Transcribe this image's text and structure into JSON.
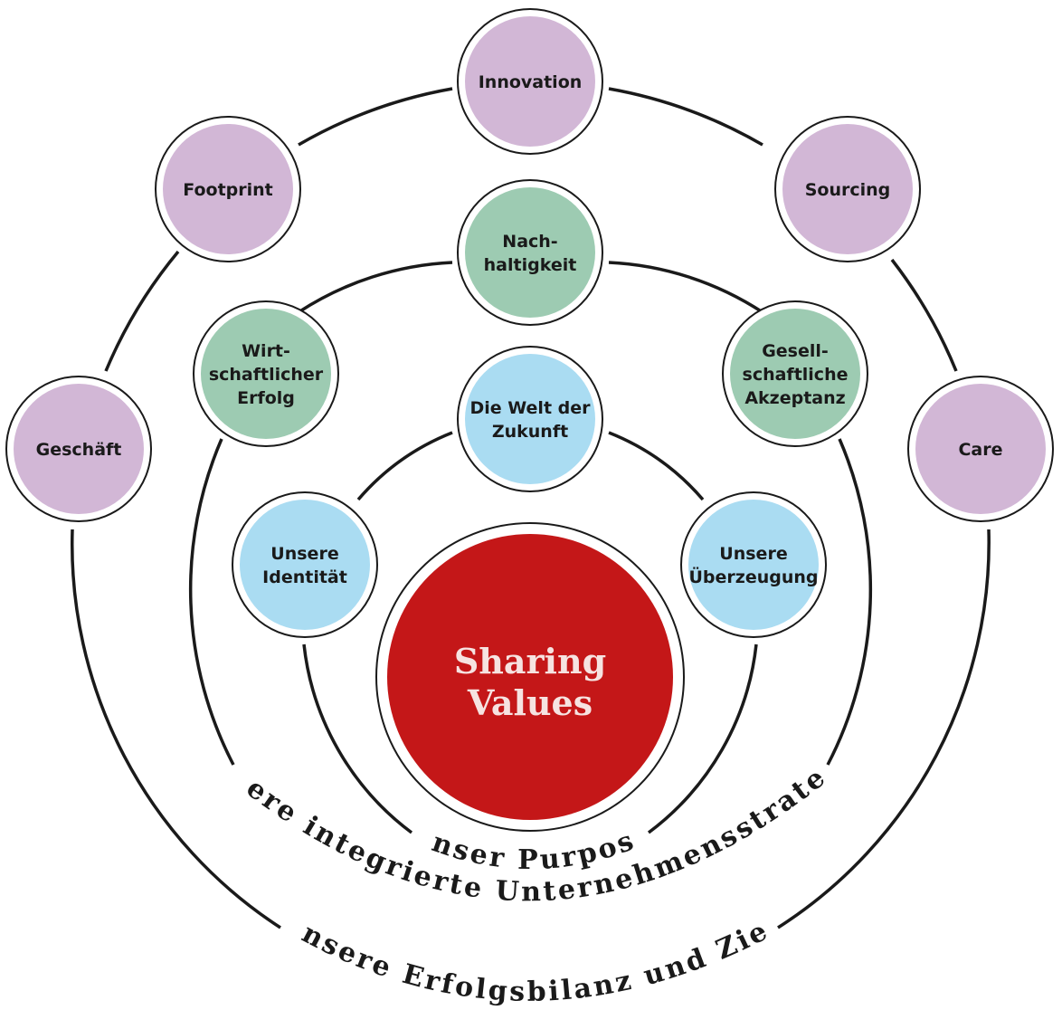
{
  "center": {
    "line1": "Sharing",
    "line2": "Values",
    "color": "#c41718"
  },
  "colors": {
    "purple": "#d2b7d6",
    "green": "#9dcbb2",
    "blue": "#aadcf2",
    "line": "#1a1a1a"
  },
  "rings": {
    "inner": {
      "label": "Unser Purpose"
    },
    "middle": {
      "label": "Unsere integrierte Unternehmensstrategie"
    },
    "outer": {
      "label": "Unsere Erfolgsbilanz und Ziele"
    }
  },
  "nodes": {
    "innovation": [
      "Innovation"
    ],
    "footprint": [
      "Footprint"
    ],
    "sourcing": [
      "Sourcing"
    ],
    "geschaeft": [
      "Geschäft"
    ],
    "care": [
      "Care"
    ],
    "nachhaltigkeit": [
      "Nach-",
      "haltigkeit"
    ],
    "wirtschaftlicher_erfolg": [
      "Wirt-",
      "schaftlicher",
      "Erfolg"
    ],
    "gesellschaftliche_akzeptanz": [
      "Gesell-",
      "schaftliche",
      "Akzeptanz"
    ],
    "welt_der_zukunft": [
      "Die Welt der",
      "Zukunft"
    ],
    "unsere_identitaet": [
      "Unsere",
      "Identität"
    ],
    "unsere_ueberzeugung": [
      "Unsere",
      "Überzeugung"
    ]
  }
}
